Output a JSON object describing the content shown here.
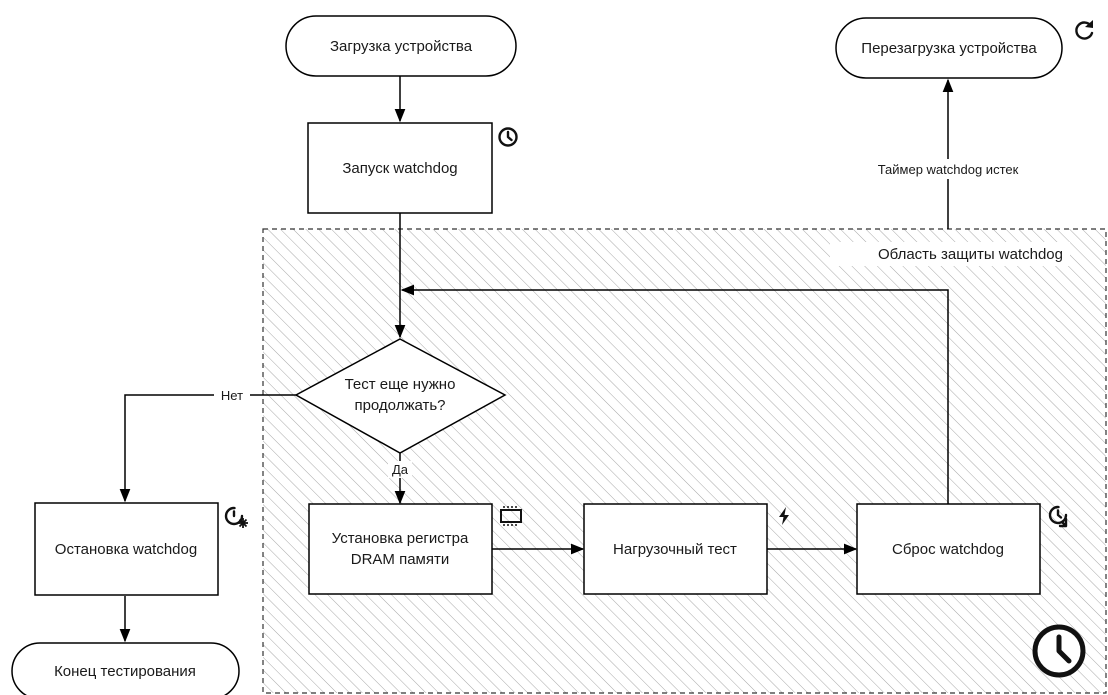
{
  "region": {
    "label": "Область защиты watchdog",
    "icon": "clock-icon"
  },
  "nodes": {
    "boot": "Загрузка устройства",
    "start_watchdog": "Запуск watchdog",
    "decision_line1": "Тест еще нужно",
    "decision_line2": "продолжать?",
    "set_register_line1": "Установка регистра",
    "set_register_line2": "DRAM памяти",
    "load_test": "Нагрузочный тест",
    "reset_watchdog": "Сброс watchdog",
    "stop_watchdog": "Остановка watchdog",
    "end_testing": "Конец тестирования",
    "reboot": "Перезагрузка устройства"
  },
  "edges": {
    "no": "Нет",
    "yes": "Да",
    "timer_expired": "Таймер watchdog истек"
  },
  "icons": {
    "start_watchdog": "clock-icon",
    "set_register": "memory-chip-icon",
    "load_test": "lightning-icon",
    "reset_watchdog": "clock-reset-icon",
    "stop_watchdog": "clock-stop-icon",
    "reboot": "refresh-icon"
  }
}
